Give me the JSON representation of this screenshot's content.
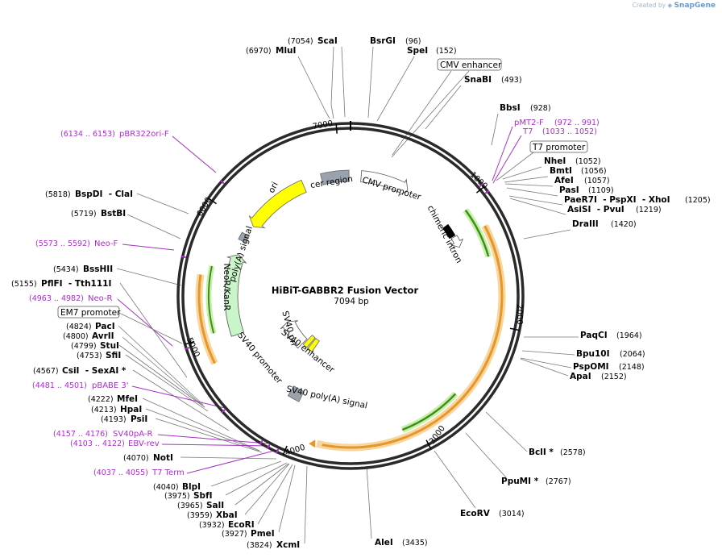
{
  "brand": {
    "prefix": "Created by",
    "name": "SnapGene"
  },
  "title": "HiBiT-GABBR2 Fusion Vector",
  "length_label": "7094 bp",
  "tick_labels": [
    "1000",
    "2000",
    "3000",
    "4000",
    "5000",
    "6000",
    "7000"
  ],
  "sites": [
    {
      "name": "ScaI",
      "pos": "(7054)"
    },
    {
      "name": "MluI",
      "pos": "(6970)"
    },
    {
      "name": "BsrGI",
      "pos": "(96)"
    },
    {
      "name": "SpeI",
      "pos": "(152)"
    },
    {
      "name": "SnaBI",
      "pos": "(493)"
    },
    {
      "name": "BbsI",
      "pos": "(928)"
    },
    {
      "name": "NheI",
      "pos": "(1052)"
    },
    {
      "name": "BmtI",
      "pos": "(1056)"
    },
    {
      "name": "AfeI",
      "pos": "(1057)"
    },
    {
      "name": "PasI",
      "pos": "(1109)"
    },
    {
      "name": "PaeR7I  - PspXI  - XhoI",
      "pos": "(1205)"
    },
    {
      "name": "AsiSI  - PvuI",
      "pos": "(1219)"
    },
    {
      "name": "DraIII",
      "pos": "(1420)"
    },
    {
      "name": "PaqCI",
      "pos": "(1964)"
    },
    {
      "name": "Bpu10I",
      "pos": "(2064)"
    },
    {
      "name": "PspOMI",
      "pos": "(2148)"
    },
    {
      "name": "ApaI",
      "pos": "(2152)"
    },
    {
      "name": "BclI *",
      "pos": "(2578)"
    },
    {
      "name": "PpuMI *",
      "pos": "(2767)"
    },
    {
      "name": "EcoRV",
      "pos": "(3014)"
    },
    {
      "name": "AleI",
      "pos": "(3435)"
    },
    {
      "name": "XcmI",
      "pos": "(3824)"
    },
    {
      "name": "PmeI",
      "pos": "(3927)"
    },
    {
      "name": "EcoRI",
      "pos": "(3932)"
    },
    {
      "name": "XbaI",
      "pos": "(3959)"
    },
    {
      "name": "SalI",
      "pos": "(3965)"
    },
    {
      "name": "SbfI",
      "pos": "(3975)"
    },
    {
      "name": "BlpI",
      "pos": "(4040)"
    },
    {
      "name": "NotI",
      "pos": "(4070)"
    },
    {
      "name": "PsiI",
      "pos": "(4193)"
    },
    {
      "name": "HpaI",
      "pos": "(4213)"
    },
    {
      "name": "MfeI",
      "pos": "(4222)"
    },
    {
      "name": "CsiI  - SexAI *",
      "pos": "(4567)"
    },
    {
      "name": "SfiI",
      "pos": "(4753)"
    },
    {
      "name": "StuI",
      "pos": "(4799)"
    },
    {
      "name": "AvrII",
      "pos": "(4800)"
    },
    {
      "name": "PacI",
      "pos": "(4824)"
    },
    {
      "name": "PflFI  - Tth111I",
      "pos": "(5155)"
    },
    {
      "name": "BssHII",
      "pos": "(5434)"
    },
    {
      "name": "BstBI",
      "pos": "(5719)"
    },
    {
      "name": "BspDI  - ClaI",
      "pos": "(5818)"
    }
  ],
  "primers": [
    {
      "name": "pBR322ori-F",
      "pos": "(6134 .. 6153)"
    },
    {
      "name": "pMT2-F",
      "pos": "(972 .. 991)"
    },
    {
      "name": "T7",
      "pos": "(1033 .. 1052)"
    },
    {
      "name": "Neo-F",
      "pos": "(5573 .. 5592)"
    },
    {
      "name": "Neo-R",
      "pos": "(4963 .. 4982)"
    },
    {
      "name": "pBABE 3'",
      "pos": "(4481 .. 4501)"
    },
    {
      "name": "SV40pA-R",
      "pos": "(4157 .. 4176)"
    },
    {
      "name": "EBV-rev",
      "pos": "(4103 .. 4122)"
    },
    {
      "name": "T7 Term",
      "pos": "(4037 .. 4055)"
    }
  ],
  "boxed_labels": [
    "CMV enhancer",
    "T7 promoter",
    "EM7 promoter"
  ],
  "features": [
    {
      "name": "ori",
      "color": "#ffff00"
    },
    {
      "name": "cer region",
      "color": "#9aa3ad"
    },
    {
      "name": "CMV promoter",
      "color": "#ffffff"
    },
    {
      "name": "chimeric intron",
      "color": "#000000"
    },
    {
      "name": "poly(A) signal",
      "color": "#9aa3ad"
    },
    {
      "name": "NeoR/KanR",
      "color": "#c9f5c9"
    },
    {
      "name": "SV40 ori",
      "color": "#ffff00"
    },
    {
      "name": "SV40 enhancer",
      "color": "#ffff00"
    },
    {
      "name": "SV40 promoter",
      "color": "#ffffff"
    },
    {
      "name": "SV40 poly(A) signal",
      "color": "#9aa3ad"
    }
  ],
  "colors": {
    "backbone": "#2a2a2a",
    "primer": "#a630c4",
    "orf": "#e8962a",
    "orf_glow": "#f7d7a0",
    "green_arrow": "#3f8f1f",
    "green_glow": "#c8f0a8",
    "feature_gray": "#9aa3ad",
    "feature_yellow": "#ffff00",
    "feature_neo": "#c9f5c9"
  }
}
